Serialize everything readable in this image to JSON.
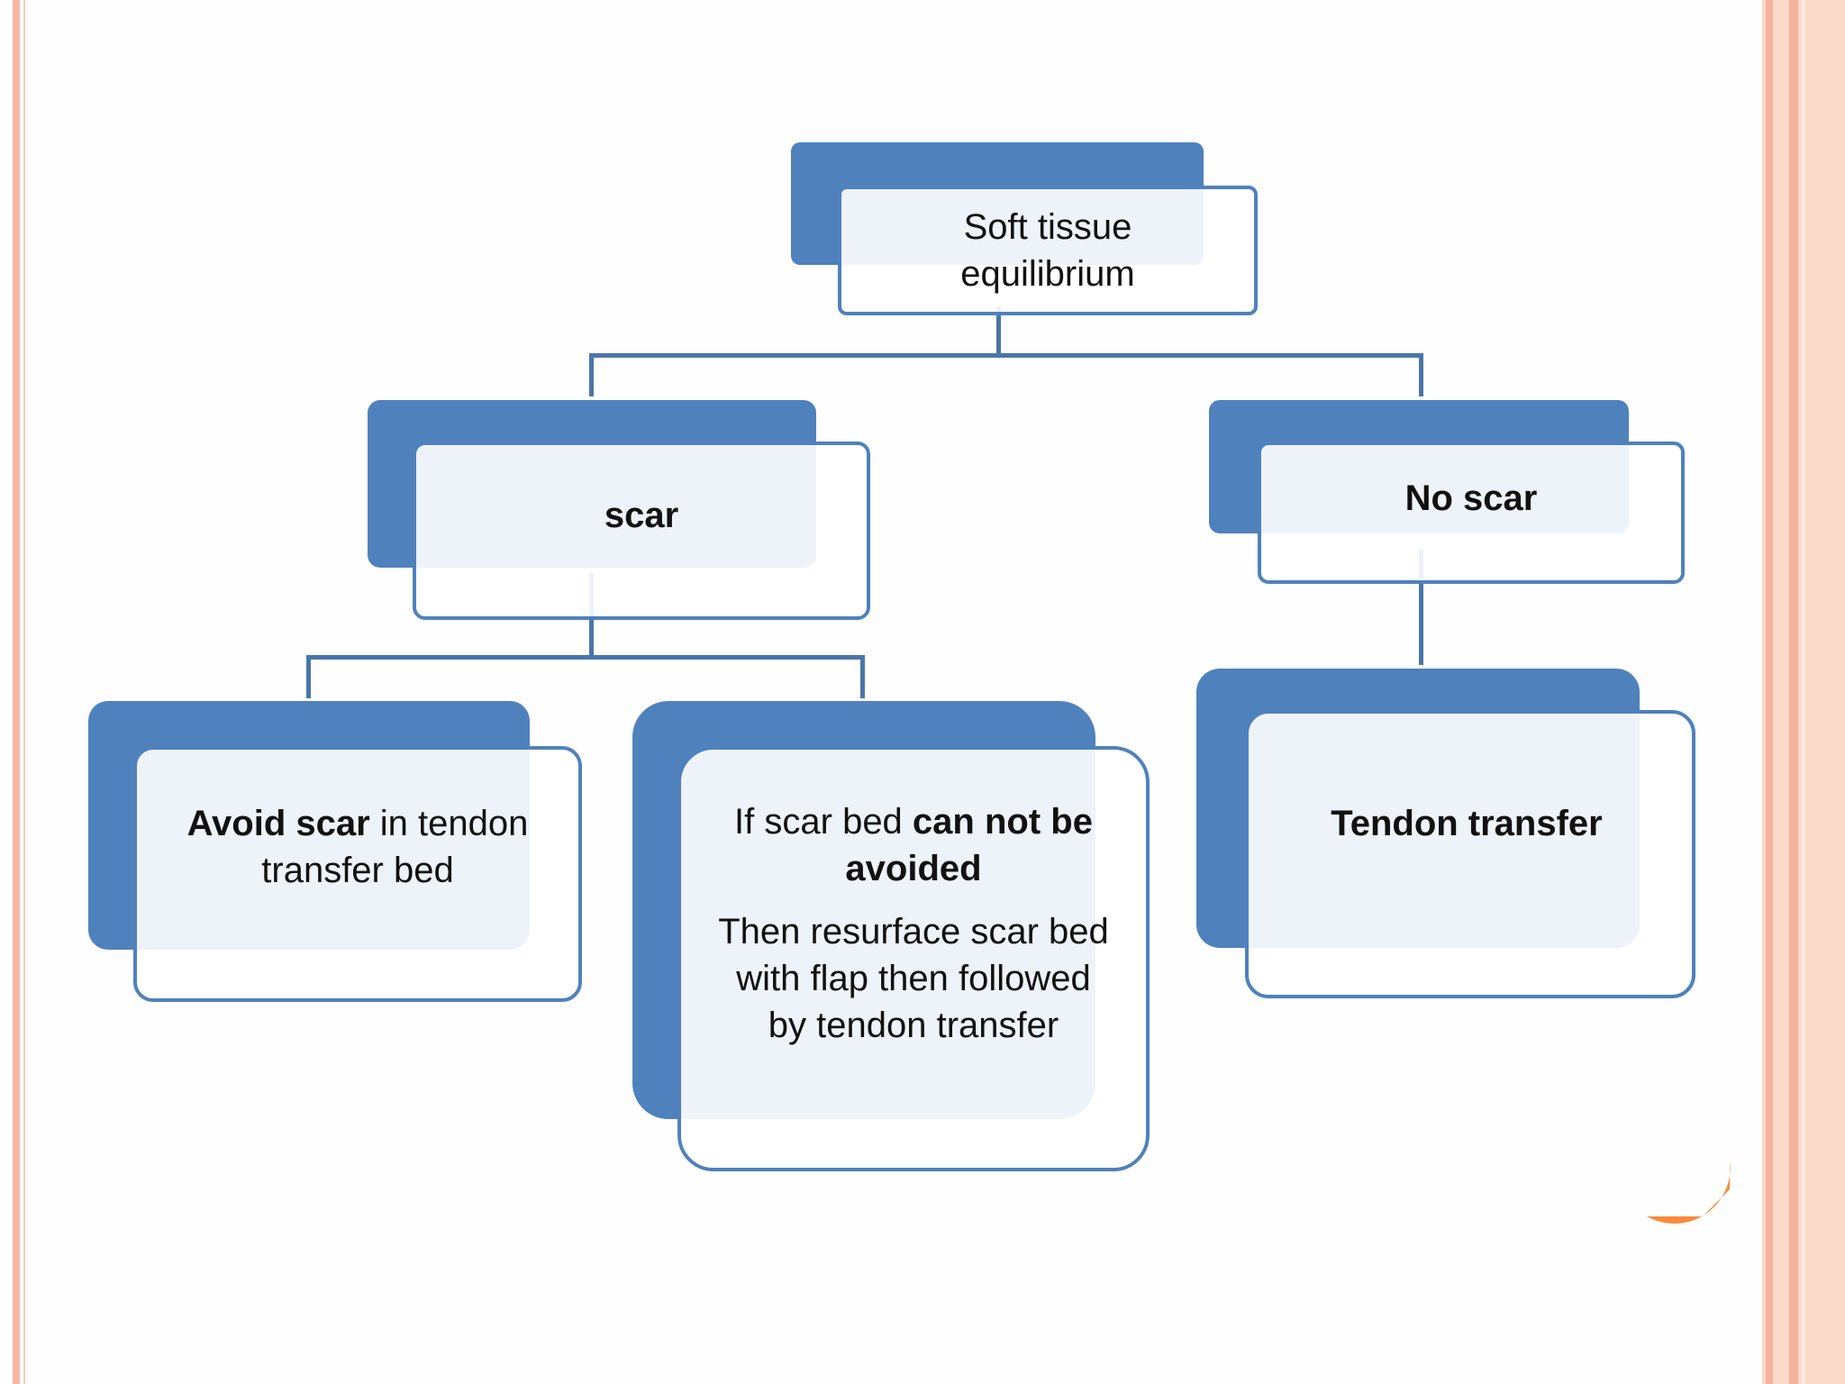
{
  "diagram": {
    "root": {
      "line1": "Soft tissue",
      "line2": "equilibrium"
    },
    "scar": {
      "label": "scar"
    },
    "no_scar": {
      "label": "No scar"
    },
    "avoid": {
      "bold": "Avoid scar",
      "rest1": " in tendon",
      "line2": "transfer bed"
    },
    "cannot": {
      "plain1": "If scar bed ",
      "bold1": "can not be",
      "bold2": "avoided",
      "line3": "Then resurface scar bed",
      "line4": "with flap then followed",
      "line5": "by tendon transfer"
    },
    "tendon": {
      "label": "Tendon transfer"
    }
  },
  "colors": {
    "box_fill": "#4f81bd",
    "box_border": "#4f81bd",
    "connector": "#4a75a8",
    "accent": "#fb8a3e"
  }
}
